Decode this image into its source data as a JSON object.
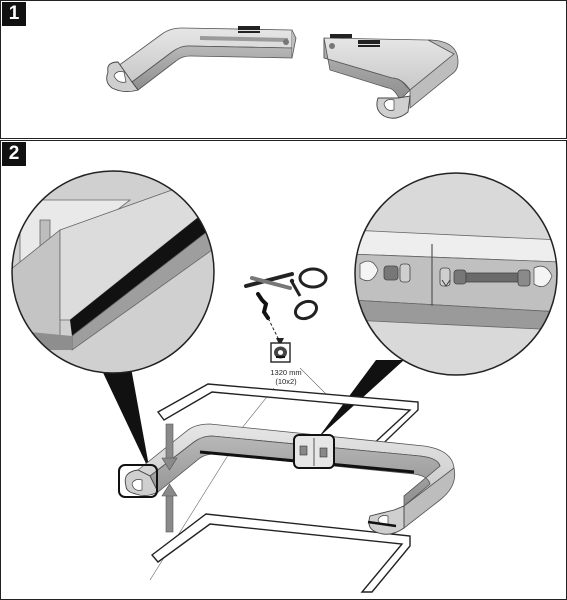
{
  "steps": [
    {
      "number": "1"
    },
    {
      "number": "2"
    }
  ],
  "spec": {
    "length": "1320 mm",
    "quantity": "(10x2)"
  },
  "icons": [
    "scissors-icon",
    "tape-roll-icon",
    "up-arrow-icon",
    "down-arrow-icon"
  ],
  "colors": {
    "part_light": "#d9d9d9",
    "part_mid": "#b5b5b5",
    "part_dark": "#8f8f8f",
    "tape_black": "#111111",
    "border": "#222222"
  }
}
